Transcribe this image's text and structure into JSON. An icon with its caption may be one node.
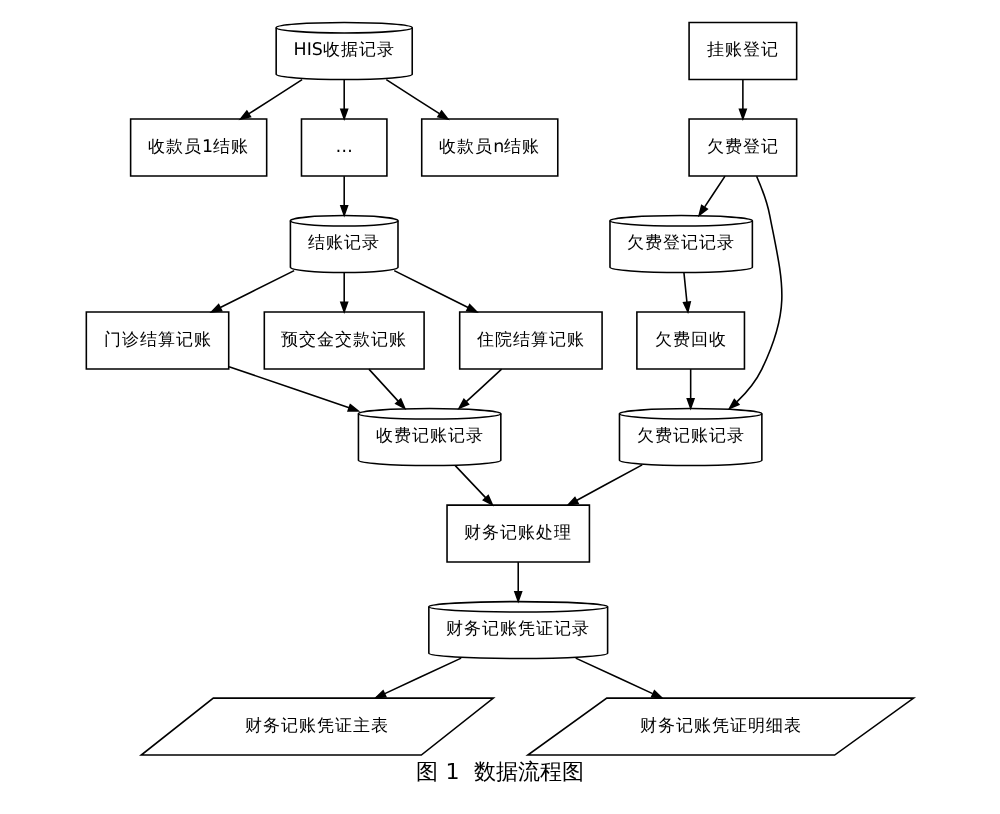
{
  "diagram": {
    "caption": "图 1  数据流程图",
    "nodes": [
      {
        "text": [
          "HIS收据记录"
        ]
      },
      {
        "text": [
          "收款员1结账"
        ]
      },
      {
        "text": [
          "…"
        ]
      },
      {
        "text": [
          "收款员n结账"
        ]
      },
      {
        "text": [
          "结账记录"
        ]
      },
      {
        "text": [
          "门诊结算记账"
        ]
      },
      {
        "text": [
          "预交金交款记账"
        ]
      },
      {
        "text": [
          "住院结算记账"
        ]
      },
      {
        "text": [
          "收费记账记录"
        ]
      },
      {
        "text": [
          "财务记账处理"
        ]
      },
      {
        "text": [
          "财务记账凭证主表"
        ]
      },
      {
        "text": [
          "财务记账凭证记录"
        ]
      },
      {
        "text": [
          "财务记账凭证明细表"
        ]
      },
      {
        "text": [
          "挂账登记"
        ]
      },
      {
        "text": [
          "欠费登记"
        ]
      },
      {
        "text": [
          "欠费登记记录"
        ]
      },
      {
        "text": [
          "欠费回收"
        ]
      },
      {
        "text": [
          "欠费记账记录"
        ]
      }
    ],
    "edges": [
      {
        "from": 0,
        "to": 1,
        "arrow": "to"
      },
      {
        "from": 0,
        "to": 2,
        "arrow": "to"
      },
      {
        "from": 0,
        "to": 3,
        "arrow": "to"
      },
      {
        "from": 2,
        "to": 4,
        "arrow": "to"
      },
      {
        "from": 4,
        "to": 5,
        "arrow": "to"
      },
      {
        "from": 4,
        "to": 6,
        "arrow": "to"
      },
      {
        "from": 4,
        "to": 7,
        "arrow": "to"
      },
      {
        "from": 5,
        "to": 8,
        "arrow": "to"
      },
      {
        "from": 6,
        "to": 8,
        "arrow": "to"
      },
      {
        "from": 7,
        "to": 8,
        "arrow": "to"
      },
      {
        "from": 8,
        "to": 9,
        "arrow": "to"
      },
      {
        "from": 9,
        "to": 11,
        "arrow": "to"
      },
      {
        "from": 11,
        "to": 10,
        "arrow": "to"
      },
      {
        "from": 11,
        "to": 12,
        "arrow": "to"
      },
      {
        "from": 13,
        "to": 14,
        "arrow": "to"
      },
      {
        "from": 14,
        "to": 15,
        "arrow": "to"
      },
      {
        "from": 15,
        "to": 16,
        "arrow": "to"
      },
      {
        "from": 16,
        "to": 17,
        "arrow": "to"
      },
      {
        "from": 14,
        "to": 17,
        "arrow": "to"
      },
      {
        "from": 17,
        "to": 9,
        "arrow": "to"
      }
    ]
  }
}
